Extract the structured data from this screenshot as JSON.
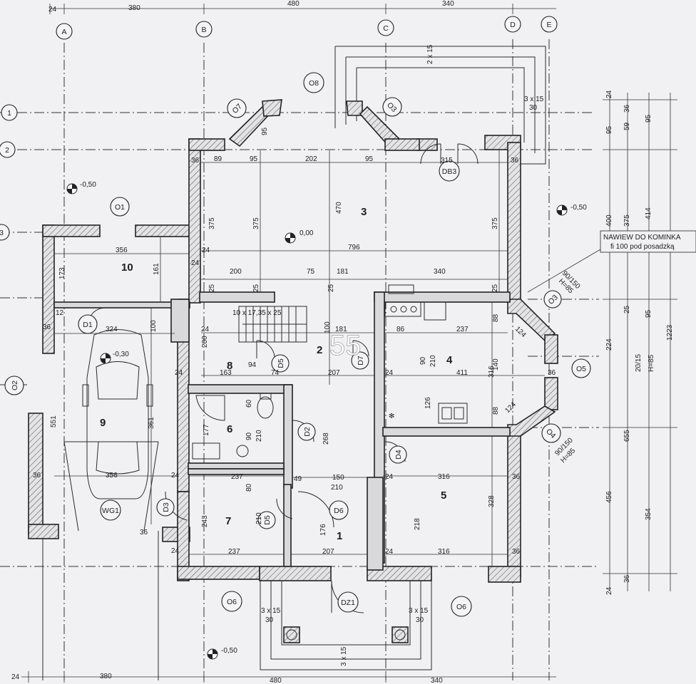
{
  "axes": {
    "columns": [
      "A",
      "B",
      "C",
      "D",
      "E"
    ],
    "rows": [
      "1",
      "2",
      "3"
    ],
    "top_dims": [
      "24",
      "380",
      "480",
      "340"
    ],
    "bottom_dims": [
      "24",
      "380",
      "480",
      "340"
    ]
  },
  "rooms": [
    {
      "id": "10",
      "label": "10"
    },
    {
      "id": "9",
      "label": "9"
    },
    {
      "id": "3",
      "label": "3"
    },
    {
      "id": "2",
      "label": "2"
    },
    {
      "id": "8",
      "label": "8"
    },
    {
      "id": "4",
      "label": "4"
    },
    {
      "id": "6",
      "label": "6"
    },
    {
      "id": "7",
      "label": "7"
    },
    {
      "id": "1",
      "label": "1"
    },
    {
      "id": "5",
      "label": "5"
    }
  ],
  "openings": {
    "o8": "O8",
    "o7": "O7",
    "o1": "O1",
    "d1": "D1",
    "db3": "DB3",
    "o2": "O2",
    "o3": "O3",
    "o5": "O5",
    "o4": "O4",
    "d5a": "D5",
    "d7": "D7",
    "d2": "D2",
    "d4": "D4",
    "d3": "D3",
    "d5b": "D5",
    "d6": "D6",
    "wg1": "WG1",
    "o6a": "O6",
    "o6b": "O6",
    "dz1": "DZ1"
  },
  "levels": [
    "-0,50",
    "0,00",
    "-0,30",
    "-0,50",
    "-0,50"
  ],
  "annotations": {
    "stairs": "10 x 17,35 x 25",
    "vent_title": "NAWIEW DO KOMINKA",
    "vent_sub": "fi 100 pod posadzką",
    "sill_a": "90/150",
    "sill_a_h": "H=85",
    "sill_b": "90/150",
    "sill_b_h": "H=85",
    "sill_c": "20/15",
    "sill_c_h": "H=85",
    "steps_1": "3 x 15",
    "steps_2": "3 x 15",
    "steps_3": "3 x 15",
    "steps_4": "3 x 15",
    "watermark": "55"
  },
  "dims": {
    "room3_w": "202",
    "room3_a": "89",
    "room3_b": "95",
    "room3_c": "95",
    "room3_d": "315",
    "room3_h": "470",
    "room3_h2": "375",
    "room3_h3": "375",
    "room3_h4": "375",
    "w796": "796",
    "w356": "356",
    "w200": "200",
    "w75": "75",
    "w181": "181",
    "w340": "340",
    "h161": "161",
    "h173": "173",
    "h25a": "25",
    "h25b": "25",
    "h25c": "25",
    "w324": "324",
    "h100": "100",
    "h100b": "100",
    "w181b": "181",
    "w86": "86",
    "w237": "237",
    "h88a": "88",
    "h88b": "88",
    "h140": "140",
    "w411": "411",
    "h316": "316",
    "h210a": "210",
    "h90a": "90",
    "h200": "200",
    "w163": "163",
    "w94": "94",
    "w74": "74",
    "w207": "207",
    "h551": "551",
    "h361": "361",
    "w356b": "356",
    "h177": "177",
    "h60": "60",
    "h90b": "90",
    "h210b": "210",
    "h268": "268",
    "w237b": "237",
    "w49": "49",
    "w150": "150",
    "w210": "210",
    "h243": "243",
    "h80": "80",
    "h210c": "210",
    "w237c": "237",
    "h176": "176",
    "w207b": "207",
    "w316a": "316",
    "h328": "328",
    "h218": "218",
    "w316b": "316",
    "h126": "126",
    "h124a": "124",
    "h124b": "124",
    "w12": "12",
    "w24": "24",
    "w36": "36",
    "w30": "30",
    "r24": "24",
    "r36": "36",
    "r95": "95",
    "r59": "59",
    "r400": "400",
    "r375": "375",
    "r414": "414",
    "r25": "25",
    "r95b": "95",
    "r224": "224",
    "r1223": "1223",
    "r655": "655",
    "r95c": "95",
    "r456": "456",
    "r354": "354",
    "r36b": "36",
    "r24b": "24"
  }
}
